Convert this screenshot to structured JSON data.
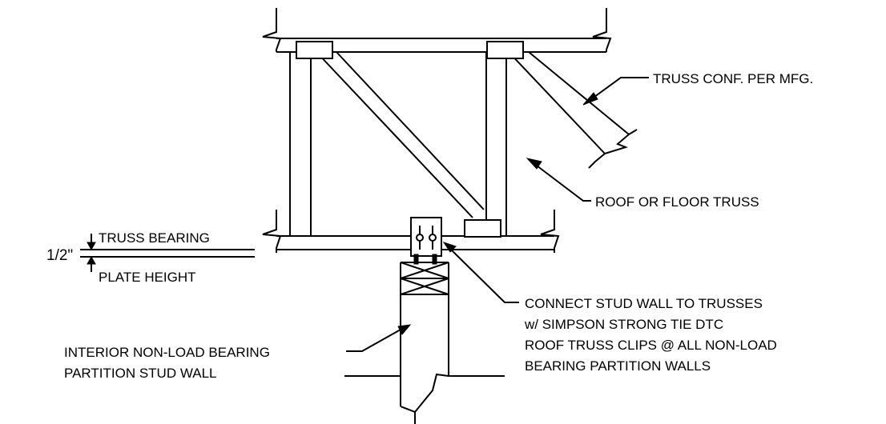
{
  "labels": {
    "truss_conf": "TRUSS CONF. PER MFG.",
    "roof_or_floor_truss": "ROOF OR FLOOR TRUSS",
    "truss_bearing": "TRUSS BEARING",
    "dimension": "1/2\"",
    "plate_height": "PLATE HEIGHT",
    "connect_lines": [
      "CONNECT STUD WALL TO TRUSSES",
      "w/ SIMPSON STRONG TIE DTC",
      "ROOF TRUSS CLIPS @ ALL NON-LOAD",
      "BEARING PARTITION WALLS"
    ],
    "interior_lines": [
      "INTERIOR NON-LOAD BEARING",
      "PARTITION STUD WALL"
    ]
  }
}
